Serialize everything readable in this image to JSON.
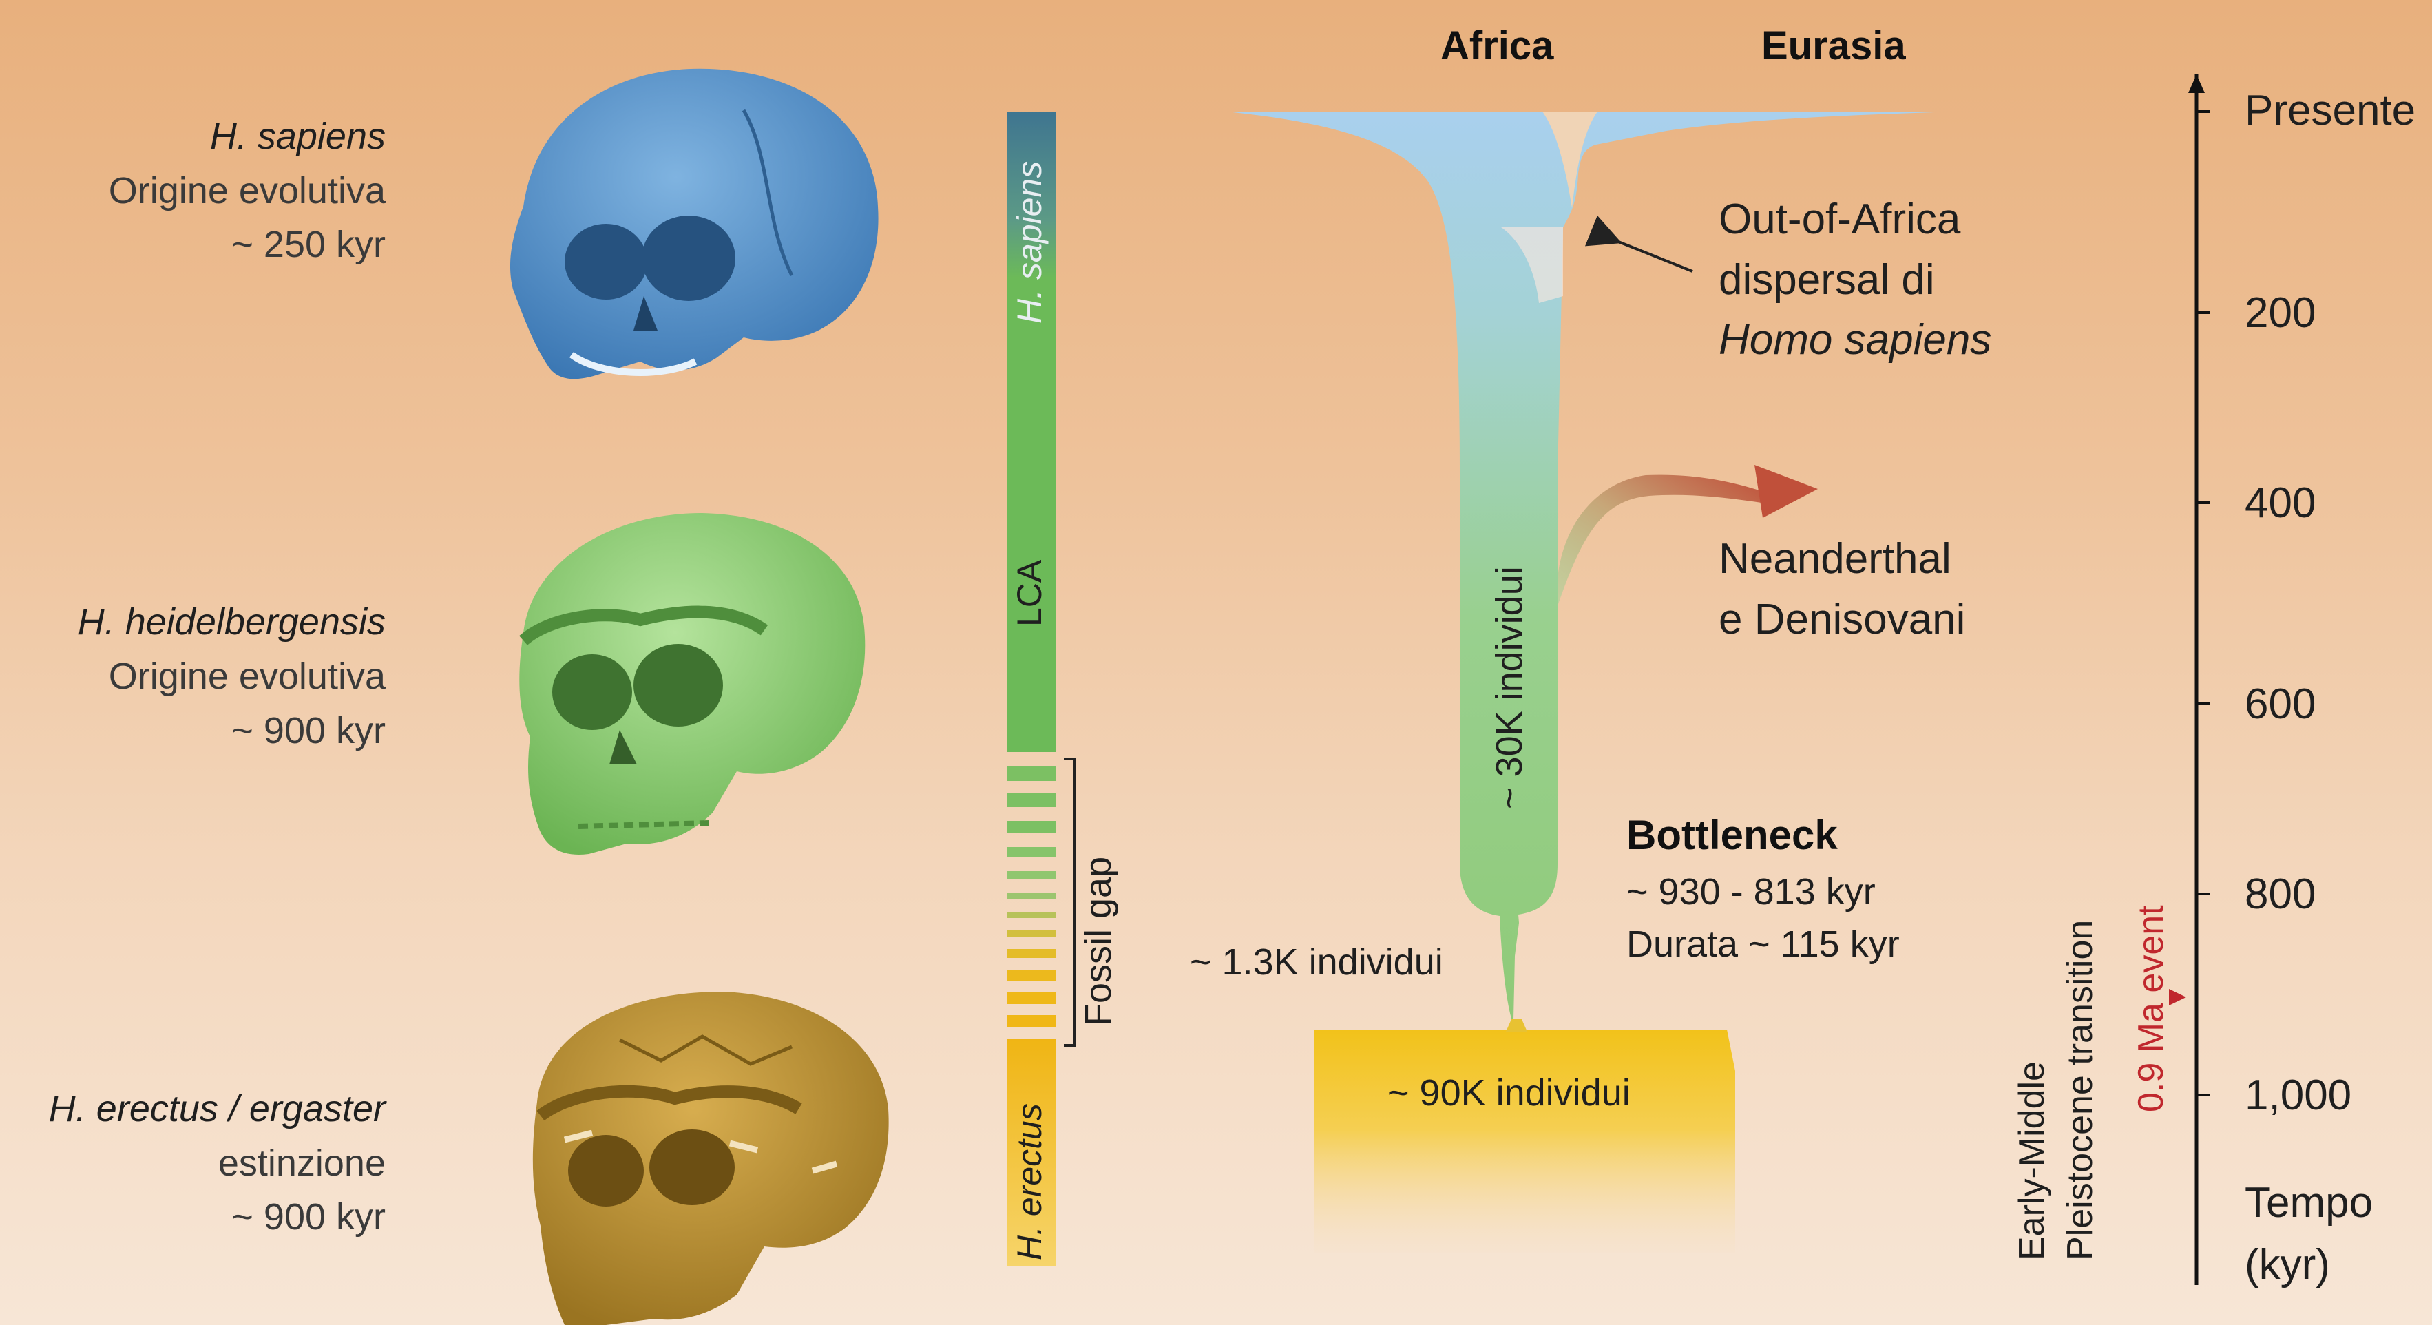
{
  "species": [
    {
      "name": "H. sapiens",
      "event": "Origine evolutiva",
      "age": "~ 250 kyr",
      "color": "#4f8fc8"
    },
    {
      "name": "H. heidelbergensis",
      "event": "Origine evolutiva",
      "age": "~ 900 kyr",
      "color": "#86c86a"
    },
    {
      "name": "H. erectus / ergaster",
      "event": "estinzione",
      "age": "~ 900 kyr",
      "color": "#b08a2e"
    }
  ],
  "lineage_bar": {
    "sapiens": "H. sapiens",
    "lca": "LCA",
    "erectus": "H. erectus",
    "fossil_gap": "Fossil gap"
  },
  "regions": {
    "africa": "Africa",
    "eurasia": "Eurasia"
  },
  "annotations": {
    "out_of_africa_1": "Out-of-Africa",
    "out_of_africa_2": "dispersal di",
    "out_of_africa_3": "Homo sapiens",
    "neanderthal_1": "Neanderthal",
    "neanderthal_2": "e Denisovani",
    "pop_30k": "~ 30K individui",
    "pop_1_3k": "~ 1.3K individui",
    "pop_90k": "~ 90K individui",
    "bottleneck_title": "Bottleneck",
    "bottleneck_range": "~ 930 - 813 kyr",
    "bottleneck_duration": "Durata ~ 115 kyr"
  },
  "time_axis": {
    "top_label": "Presente",
    "ticks": [
      "200",
      "400",
      "600",
      "800",
      "1,000"
    ],
    "title_1": "Tempo",
    "title_2": "(kyr)",
    "transition_1": "Early-Middle",
    "transition_2": "Pleistocene transition",
    "event": "0.9 Ma event",
    "event_color": "#c0272d"
  },
  "colors": {
    "sapiens_blue": "#9cc6e8",
    "lca_green": "#8ccc7c",
    "erectus_yellow": "#f3c21b",
    "arrow_red": "#c0503a"
  }
}
